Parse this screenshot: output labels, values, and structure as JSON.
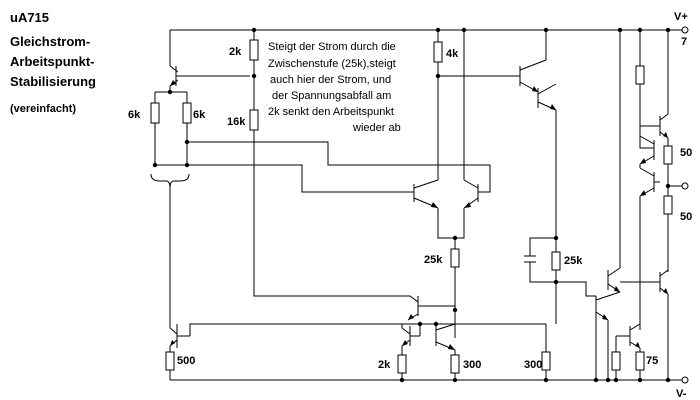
{
  "title": {
    "chip": "uA715",
    "lines": [
      "Gleichstrom-",
      "Arbeitspunkt-",
      "Stabilisierung"
    ],
    "qualifier": "(vereinfacht)"
  },
  "note": {
    "lines": [
      "Steigt der Strom durch die",
      "Zwischenstufe (25k),steigt",
      "auch hier der Strom, und",
      "der Spannungsabfall am",
      "2k senkt den Arbeitspunkt",
      "wieder ab"
    ]
  },
  "supply": {
    "positive": "V+",
    "positive_pin": "7",
    "negative": "V-"
  },
  "components": {
    "r_6k_left": "6k",
    "r_6k_right": "6k",
    "r_2k_top": "2k",
    "r_16k": "16k",
    "r_4k": "4k",
    "r_25k_center": "25k",
    "r_25k_right": "25k",
    "r_50_top": "50",
    "r_50_bottom": "50",
    "r_500": "500",
    "r_2k_bottom": "2k",
    "r_300_left": "300",
    "r_300_right": "300",
    "r_75": "75"
  }
}
